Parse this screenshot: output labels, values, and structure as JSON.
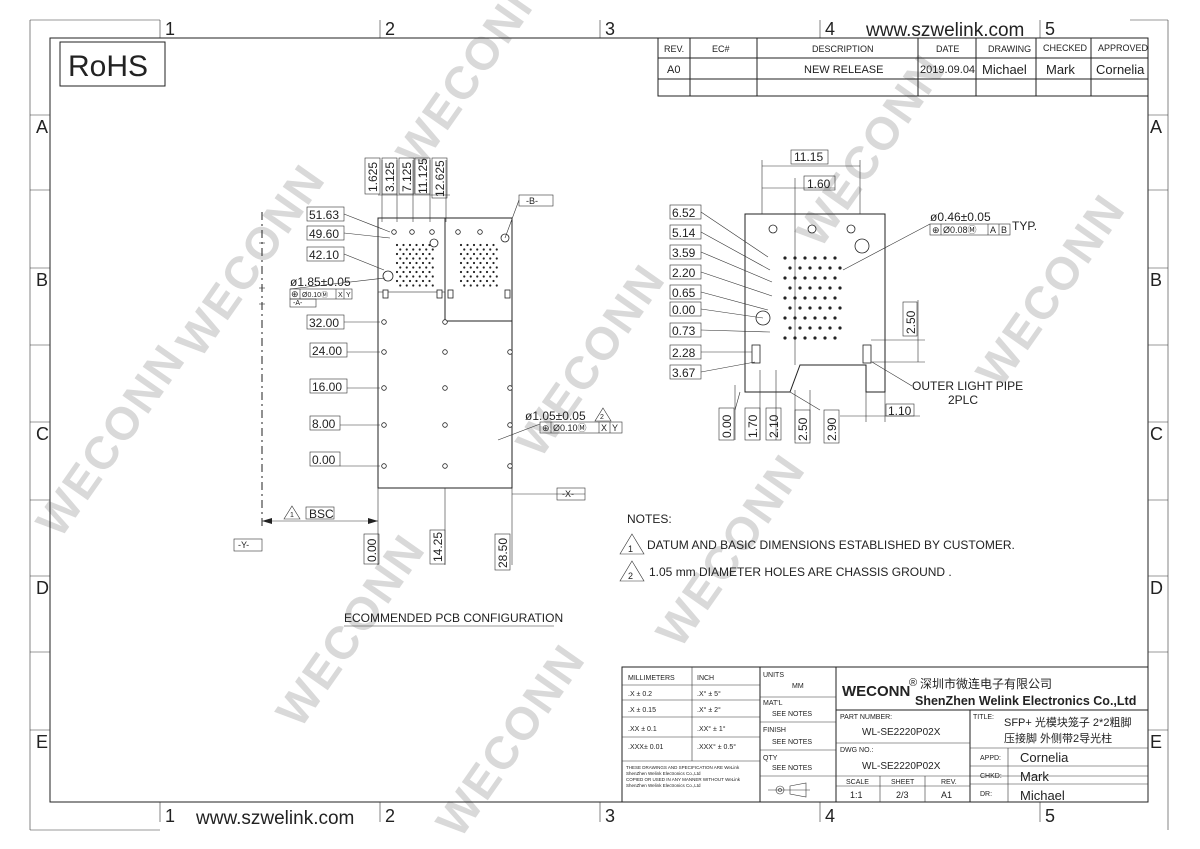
{
  "website": "www.szwelink.com",
  "rohs": "RoHS",
  "watermark": "WECONN",
  "grid": {
    "cols": [
      "1",
      "2",
      "3",
      "4",
      "5"
    ],
    "rows": [
      "A",
      "B",
      "C",
      "D",
      "E"
    ]
  },
  "revision_table": {
    "headers": [
      "REV.",
      "EC#",
      "DESCRIPTION",
      "DATE",
      "DRAWING",
      "CHECKED",
      "APPROVED"
    ],
    "row": [
      "A0",
      "",
      "NEW RELEASE",
      "2019.09.04",
      "Michael",
      "Mark",
      "Cornelia"
    ]
  },
  "pcb_view": {
    "top_dims": [
      "1.625",
      "3.125",
      "7.125",
      "11.125",
      "12.625"
    ],
    "left_dims": [
      "51.63",
      "49.60",
      "42.10",
      "32.00",
      "24.00",
      "16.00",
      "8.00",
      "0.00"
    ],
    "bottom_dims": [
      "0.00",
      "14.25",
      "28.50"
    ],
    "hole_callout_a": "ø1.85±0.05",
    "fcf_a": [
      "⊕",
      "Ø0.10Ⓜ",
      "X",
      "Y"
    ],
    "datum_a": "-A-",
    "datum_b": "-B-",
    "datum_x": "-X-",
    "datum_y": "-Y-",
    "hole_callout_b": "ø1.05±0.05",
    "note_ref_b": "2",
    "fcf_b": [
      "⊕",
      "Ø0.10Ⓜ",
      "X",
      "Y"
    ],
    "bsc_ref": "1",
    "bsc": "BSC",
    "caption": "ECOMMENDED PCB CONFIGURATION"
  },
  "detail_view": {
    "top_dims": [
      "11.15",
      "1.60"
    ],
    "left_dims": [
      "6.52",
      "5.14",
      "3.59",
      "2.20",
      "0.65",
      "0.00",
      "0.73",
      "2.28",
      "3.67"
    ],
    "bottom_dims": [
      "0.00",
      "1.70",
      "2.10",
      "2.50",
      "2.90"
    ],
    "right_dim": "2.50",
    "dim_110": "1.10",
    "hole_callout": "ø0.46±0.05",
    "fcf": [
      "⊕",
      "Ø0.08Ⓜ",
      "A",
      "B"
    ],
    "typ": "TYP.",
    "light_pipe_1": "OUTER LIGHT PIPE",
    "light_pipe_2": "2PLC"
  },
  "notes": {
    "title": "NOTES:",
    "items": [
      {
        "num": "1",
        "text": "DATUM AND BASIC DIMENSIONS ESTABLISHED BY CUSTOMER."
      },
      {
        "num": "2",
        "text": "1.05 mm DIAMETER HOLES ARE CHASSIS GROUND ."
      }
    ]
  },
  "title_block": {
    "tol_headers": [
      "MILLIMETERS",
      "INCH"
    ],
    "tol_rows": [
      [
        ".X  ±  0.2",
        ".X°  ±  5°"
      ],
      [
        ".X  ± 0.15",
        ".X°  ± 2°"
      ],
      [
        ".XX  ± 0.1",
        ".XX°  ± 1°"
      ],
      [
        ".XXX±  0.01",
        ".XXX°  ± 0.5°"
      ]
    ],
    "units_label": "UNITS",
    "units_value": "MM",
    "matl_label": "MAT'L",
    "matl_value": "SEE NOTES",
    "finish_label": "FINISH",
    "finish_value": "SEE NOTES",
    "qty_label": "QTY",
    "qty_value": "SEE NOTES",
    "disclaimer": [
      "THESE DRAWINGS AND SPECIFICATION  ARE WeLink",
      "ShenZhen Welink Electronics Co.,Ltd",
      " COPIED OR USED IN ANY MANNER WITHOUT WeLink",
      "ShenZhen Welink Electronics Co.,Ltd"
    ],
    "brand": "WECONN",
    "reg": "®",
    "company_cn": "深圳市微连电子有限公司",
    "company_en": "ShenZhen Welink Electronics Co.,Ltd",
    "part_label": "PART NUMBER:",
    "part_value": "WL-SE2220P02X",
    "dwg_label": "DWG NO.:",
    "dwg_value": "WL-SE2220P02X",
    "title_label": "TITLE:",
    "title_line1": "SFP+ 光模块笼子 2*2粗脚",
    "title_line2": "压接脚 外侧带2导光柱",
    "scale_headers": [
      "SCALE",
      "SHEET",
      "REV."
    ],
    "scale_values": [
      "1:1",
      "2/3",
      "A1"
    ],
    "appd_label": "APPD:",
    "appd_value": "Cornelia",
    "chkd_label": "CHKD:",
    "chkd_value": "Mark",
    "dr_label": "DR:",
    "dr_value": "Michael"
  }
}
